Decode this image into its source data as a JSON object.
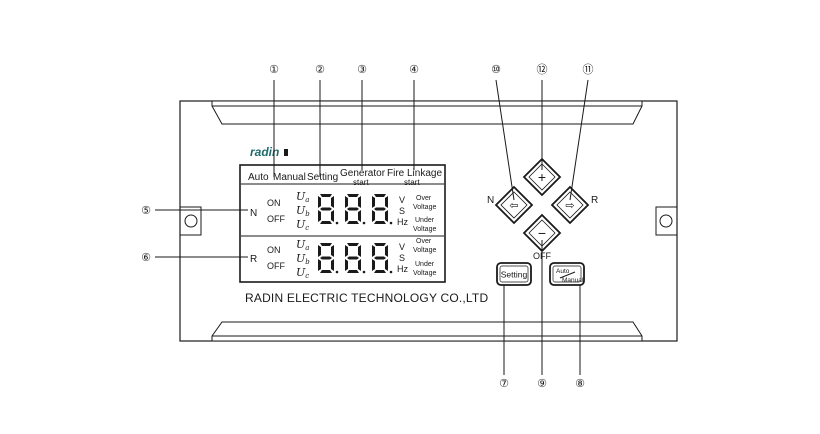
{
  "logo_text": "radin",
  "company": "RADIN ELECTRIC TECHNOLOGY CO.,LTD",
  "display": {
    "headers": {
      "auto": "Auto",
      "manual": "Manual",
      "setting": "Setting",
      "generator": "Generator",
      "generator_sub": "start",
      "fire": "Fire Linkage",
      "fire_sub": "start"
    },
    "rows": [
      {
        "source": "N",
        "on": "ON",
        "off": "OFF",
        "ua": "U",
        "ua_sub": "a",
        "ub": "U",
        "ub_sub": "b",
        "uc": "U",
        "uc_sub": "c",
        "unit_v": "V",
        "unit_s": "S",
        "unit_hz": "Hz",
        "over1": "Over",
        "over2": "Voltage",
        "under1": "Under",
        "under2": "Voltage"
      },
      {
        "source": "R",
        "on": "ON",
        "off": "OFF",
        "ua": "U",
        "ua_sub": "a",
        "ub": "U",
        "ub_sub": "b",
        "uc": "U",
        "uc_sub": "c",
        "unit_v": "V",
        "unit_s": "S",
        "unit_hz": "Hz",
        "over1": "Over",
        "over2": "Voltage",
        "under1": "Under",
        "under2": "Voltage"
      }
    ]
  },
  "buttons": {
    "up": "+",
    "down": "−",
    "left": "⇦",
    "right": "⇨",
    "n_label": "N",
    "r_label": "R",
    "off_label": "OFF",
    "setting": "Setting",
    "auto_manual_top": "Auto",
    "auto_manual_bottom": "Manual"
  },
  "callouts": {
    "c1": "①",
    "c2": "②",
    "c3": "③",
    "c4": "④",
    "c5": "⑤",
    "c6": "⑥",
    "c7": "⑦",
    "c8": "⑧",
    "c9": "⑨",
    "c10": "⑩",
    "c11": "⑪",
    "c12": "⑫"
  }
}
